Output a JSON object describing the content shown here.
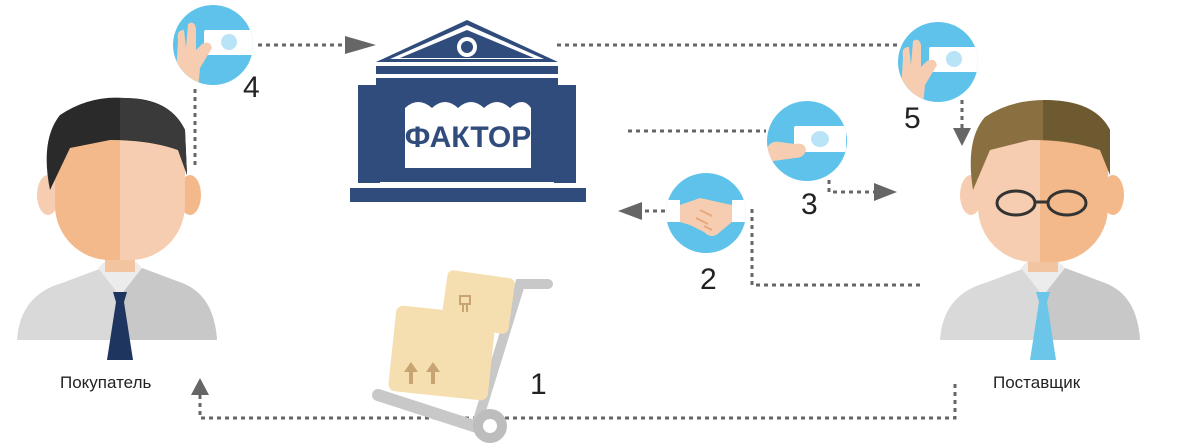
{
  "colors": {
    "factor_navy": "#2f4c7c",
    "circle_blue": "#5ec2ea",
    "arrow_gray": "#666666",
    "box_tan": "#f5dfb0",
    "skin_light": "#f6cdb0",
    "skin_dark": "#f4b98a",
    "suit": "#d9d9d9",
    "buyer_tie": "#1e3560",
    "supplier_tie": "#6cc6ea"
  },
  "icons": [
    "bank-building-icon",
    "money-hand-icon",
    "handshake-icon",
    "hand-truck-icon",
    "person-icon"
  ],
  "factor": {
    "sign": "ФАКТОР"
  },
  "buyer": {
    "name": "Покупатель"
  },
  "supplier": {
    "name": "Поставщик"
  },
  "steps": {
    "s1": "1",
    "s2": "2",
    "s3": "3",
    "s4": "4",
    "s5": "5"
  }
}
